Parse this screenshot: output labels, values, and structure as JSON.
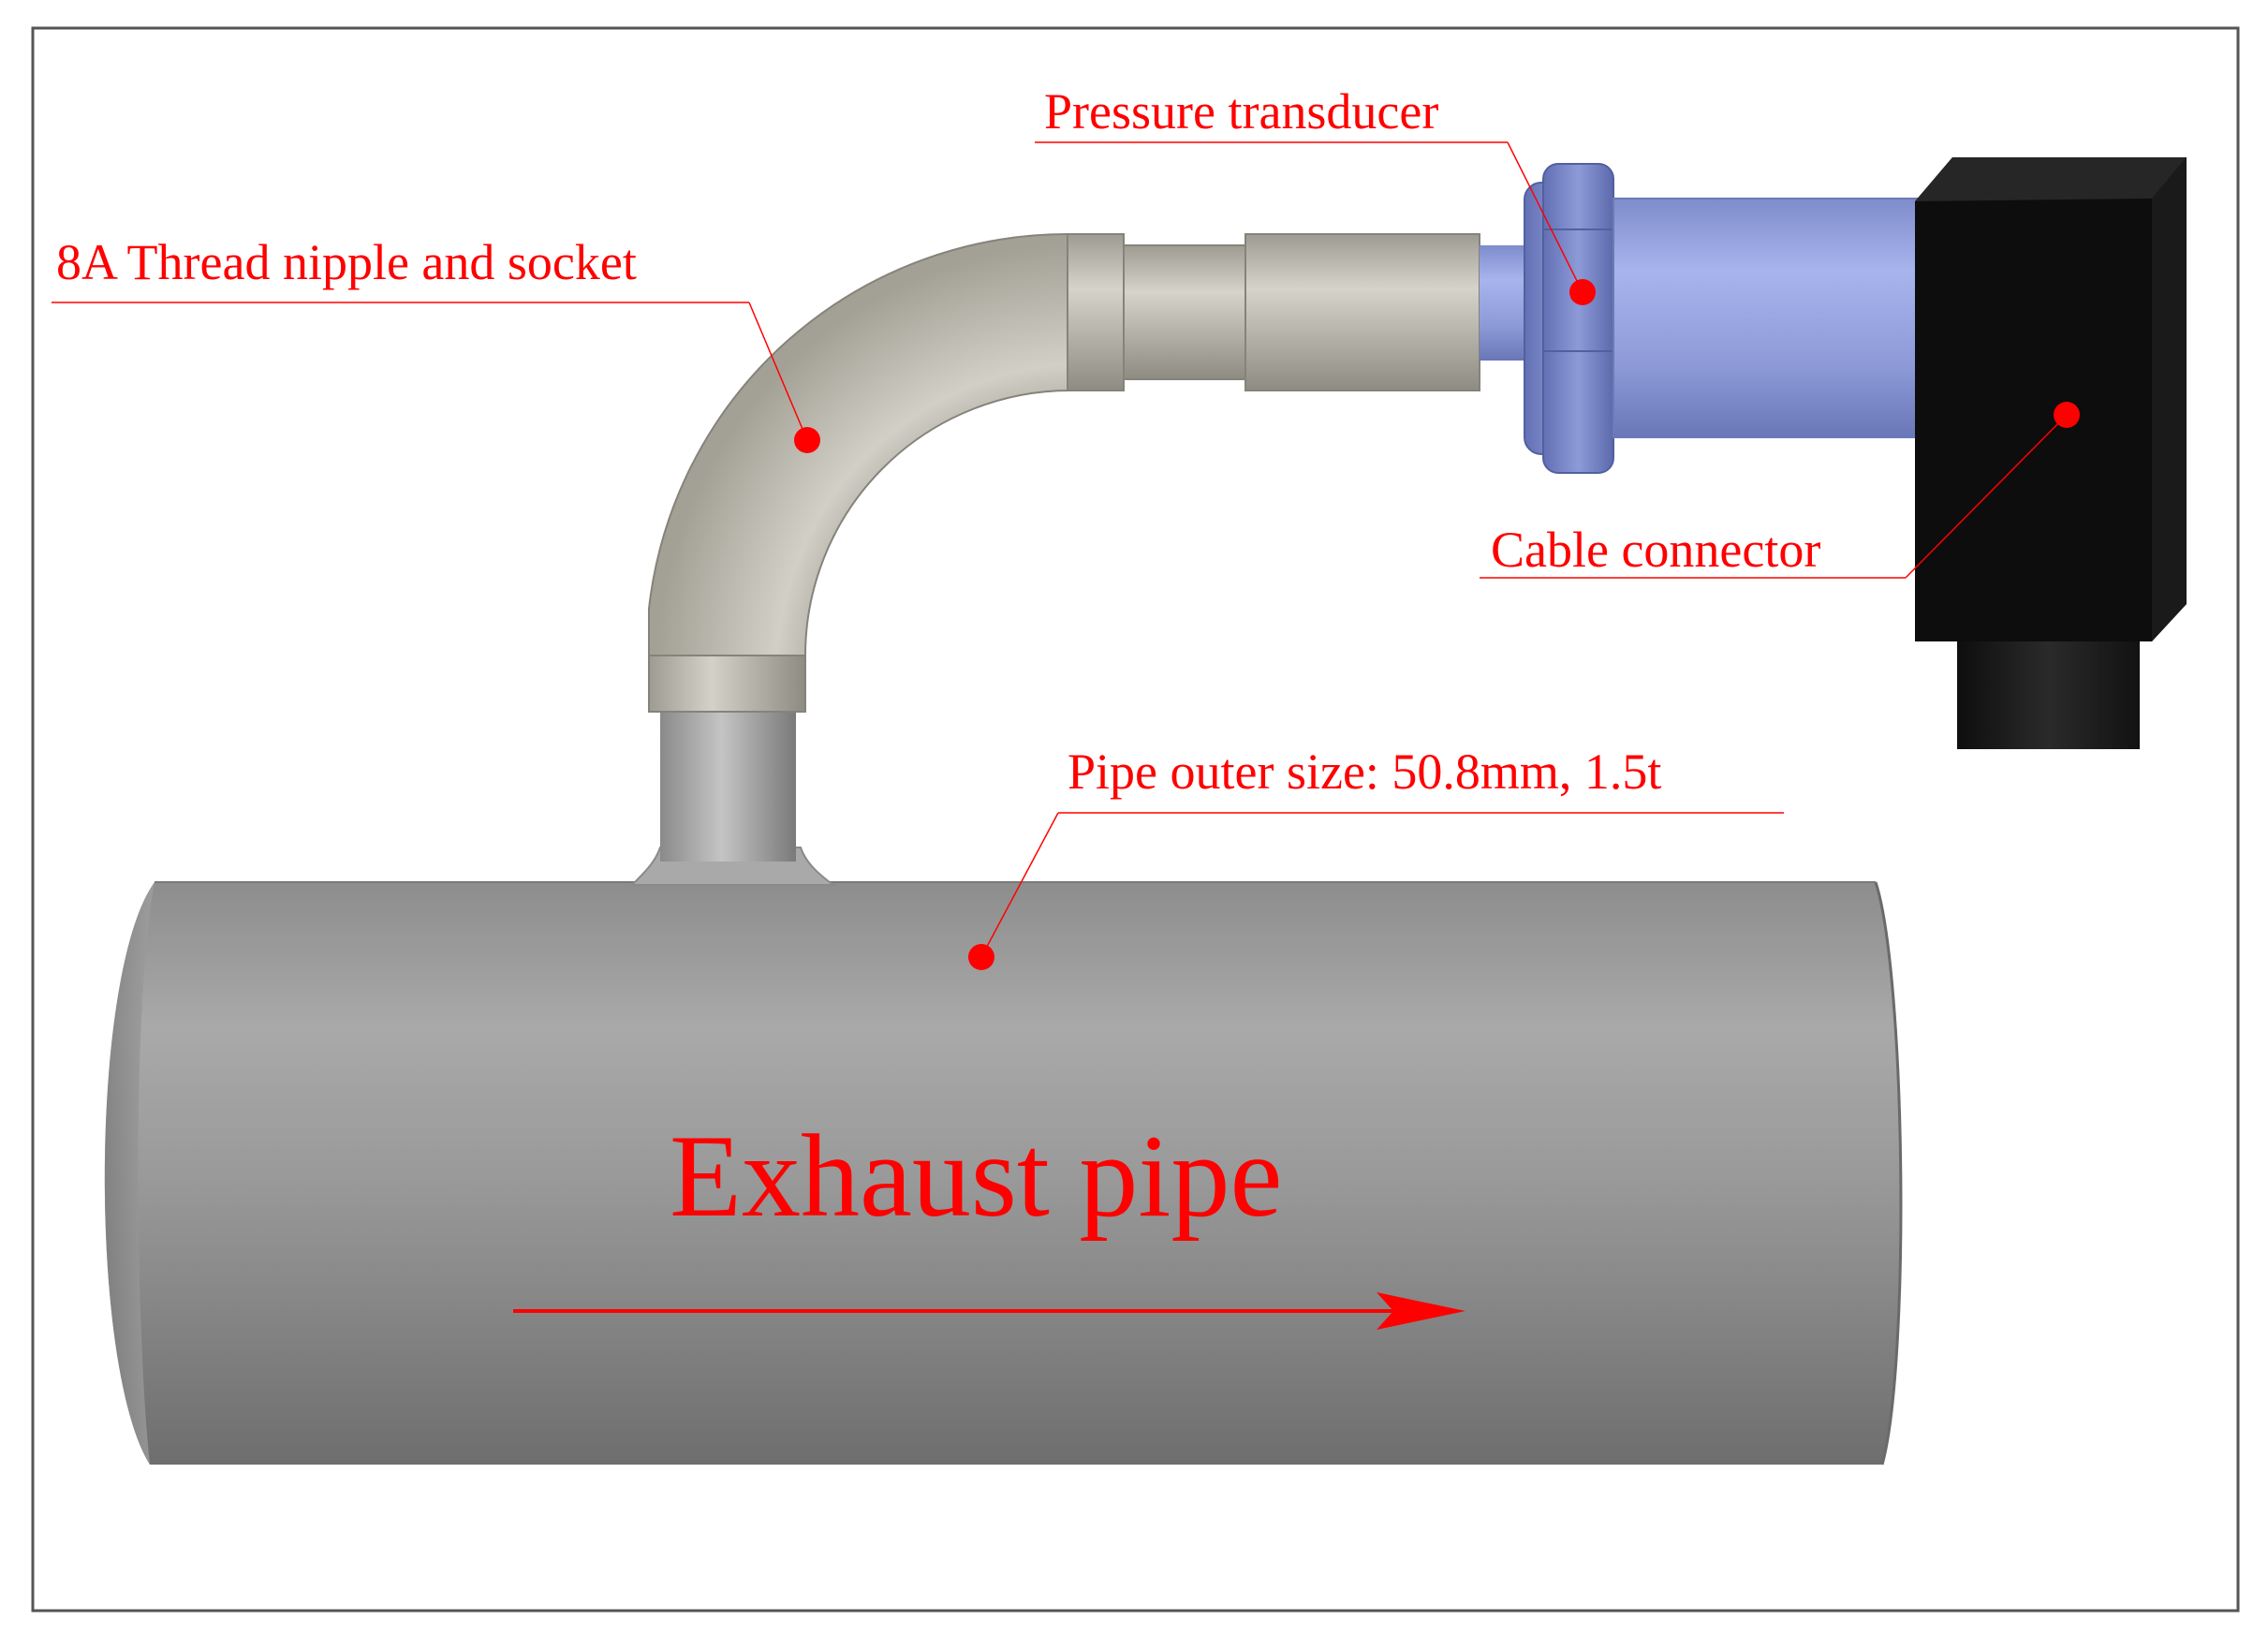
{
  "colors": {
    "annotation": "#ff0000",
    "pipe_metal": "#9c9c9c",
    "fitting_metal": "#b8b6ac",
    "transducer_body": "#8c9bd8",
    "connector_body": "#1c1c1c",
    "frame": "#555555"
  },
  "labels": {
    "pressure_transducer": "Pressure transducer",
    "thread_nipple_socket": "8A Thread nipple and socket",
    "cable_connector": "Cable connector",
    "pipe_outer_size": "Pipe outer size: 50.8mm, 1.5t",
    "exhaust_pipe": "Exhaust pipe"
  },
  "icons": {
    "flow_direction": "arrow-right-icon",
    "callout_marker": "red-dot-icon"
  }
}
